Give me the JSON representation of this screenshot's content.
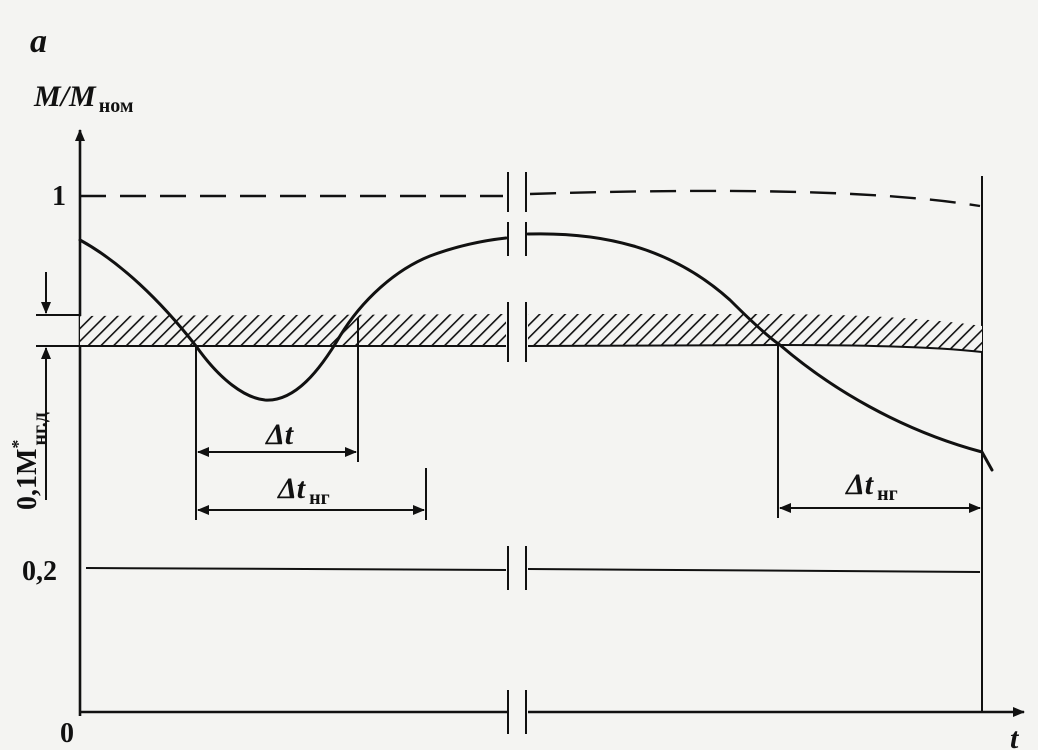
{
  "panel_label": "a",
  "y_axis": {
    "label_main": "M/M",
    "label_sub": "ном",
    "ticks": [
      "1",
      "0,2",
      "0"
    ],
    "band_label_main": "0,1M",
    "band_label_sup": "*",
    "band_label_sub": "нг.д"
  },
  "x_axis": {
    "label": "t"
  },
  "annotations": {
    "delta_t": {
      "main": "Δt",
      "sub": ""
    },
    "delta_t_ng_1": {
      "main": "Δt",
      "sub": "нг"
    },
    "delta_t_ng_2": {
      "main": "Δt",
      "sub": "нг"
    }
  },
  "colors": {
    "ink": "#111111",
    "paper": "#f4f4f2"
  }
}
